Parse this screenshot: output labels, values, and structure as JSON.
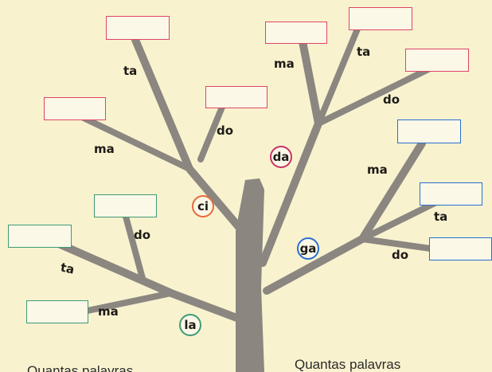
{
  "colors": {
    "background": "#f8f2cf",
    "trunk": "#8b8680",
    "box_red": "#e04565",
    "box_blue": "#2b6fd1",
    "box_green": "#3e9c74"
  },
  "roots": {
    "ci": "ci",
    "da": "da",
    "ga": "ga",
    "la": "la"
  },
  "syllables": {
    "ci_ta": "ta",
    "ci_do": "do",
    "ci_ma": "ma",
    "da_ma": "ma",
    "da_ta": "ta",
    "da_do": "do",
    "ga_ma": "ma",
    "ga_ta": "ta",
    "ga_do": "do",
    "la_do": "do",
    "la_ta": "ta",
    "la_ma": "ma"
  },
  "captions": {
    "left": "Quantas palavras",
    "right": "Quantas palavras"
  }
}
